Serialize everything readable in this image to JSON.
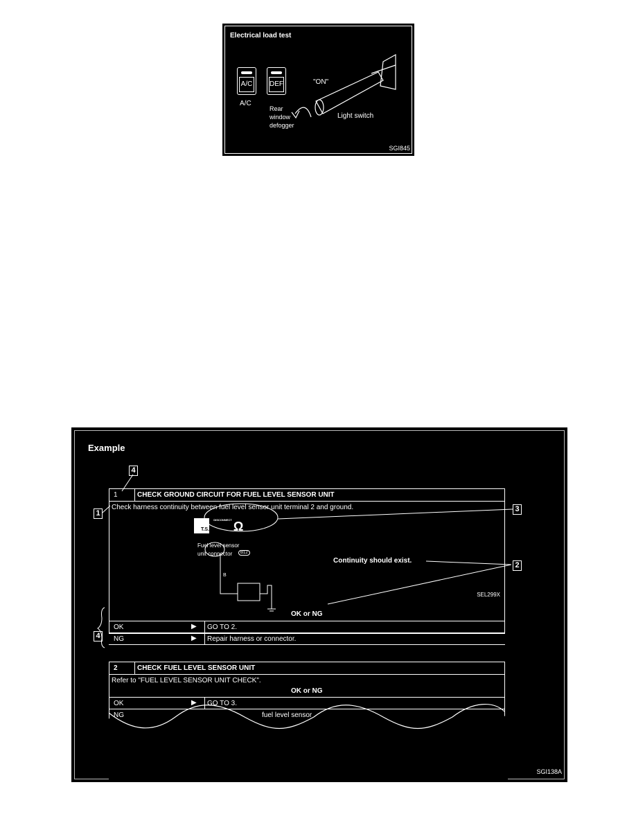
{
  "figure1": {
    "title": "Electrical load test",
    "ac_key_label": "A/C",
    "ac_caption": "A/C",
    "def_key_label": "DEF",
    "rear_defogger_caption": [
      "Rear",
      "window",
      "defogger"
    ],
    "on_label": "\"ON\"",
    "light_switch_label": "Light switch",
    "figure_code": "SGI845"
  },
  "figure2": {
    "title": "Example",
    "callouts": [
      "4",
      "1",
      "3",
      "2",
      "4"
    ],
    "step1": {
      "number": "1",
      "heading": "CHECK GROUND CIRCUIT FOR FUEL LEVEL SENSOR UNIT",
      "instruction": "Check harness continuity between fuel level sensor unit terminal 2 and ground.",
      "connector_label": [
        "Fuel level sensor",
        "unit connector"
      ],
      "connector_code": "B12",
      "wire_color": "B",
      "icon_labels": [
        "T.S.",
        "DISCONNECT"
      ],
      "result_text": "Continuity should exist.",
      "figure_code": "SEL299X",
      "ok_ng": "OK or NG",
      "rows": [
        {
          "result": "OK",
          "action": "GO TO 2."
        },
        {
          "result": "NG",
          "action": "Repair harness or connector."
        }
      ]
    },
    "step2": {
      "number": "2",
      "heading": "CHECK FUEL LEVEL SENSOR UNIT",
      "instruction": "Refer to \"FUEL LEVEL SENSOR UNIT CHECK\".",
      "ok_ng": "OK or NG",
      "rows": [
        {
          "result": "OK",
          "action": "GO TO 3."
        },
        {
          "result": "NG",
          "action": "fuel level sensor"
        }
      ]
    },
    "figure_code": "SGI138A"
  }
}
